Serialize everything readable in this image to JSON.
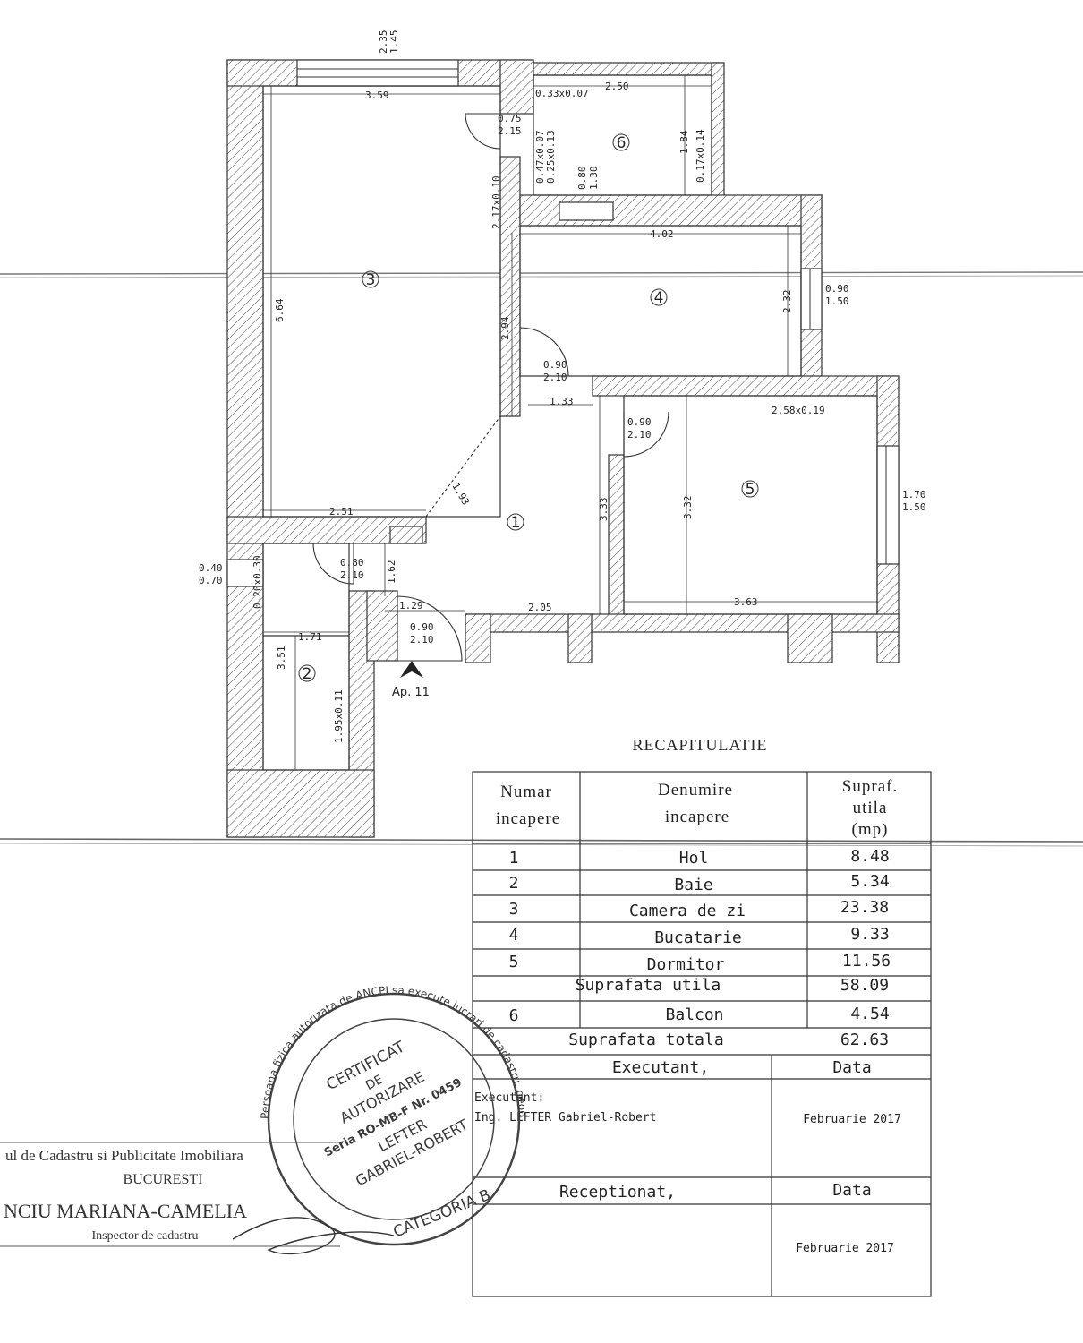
{
  "rooms": [
    {
      "number": "1"
    },
    {
      "number": "2"
    },
    {
      "number": "3"
    },
    {
      "number": "4"
    },
    {
      "number": "5"
    },
    {
      "number": "6"
    }
  ],
  "dimensions": {
    "d1": "2.35",
    "d2": "1.45",
    "d3": "3.59",
    "d4": "2.50",
    "d5": "0.33x0.07",
    "d6": "0.75",
    "d7": "2.15",
    "d8": "1.84",
    "d9": "0.17x0.14",
    "d10": "0.47x0.07",
    "d11": "0.25x0.13",
    "d12": "0.80",
    "d13": "1.30",
    "d14": "2.17x0.10",
    "d15": "4.02",
    "d16": "6.64",
    "d17": "2.32",
    "d18": "0.90",
    "d19": "1.50",
    "d20": "2.94",
    "d21": "0.90",
    "d22": "2.10",
    "d23": "1.33",
    "d24": "2.58x0.19",
    "d25": "0.90",
    "d26": "2.10",
    "d27": "1.93",
    "d28": "3.33",
    "d29": "3.32",
    "d30": "1.70",
    "d31": "1.50",
    "d32": "2.51",
    "d33": "0.40",
    "d34": "0.70",
    "d35": "0.20x0.30",
    "d36": "0.80",
    "d37": "2.10",
    "d38": "1.62",
    "d39": "1.29",
    "d40": "2.05",
    "d41": "0.90",
    "d42": "2.10",
    "d43": "3.63",
    "d44": "1.71",
    "d45": "3.51",
    "d46": "1.95x0.11"
  },
  "entrance_label": "Ap. 11",
  "recap": {
    "title": "RECAPITULATIE",
    "headers": {
      "num1": "Numar",
      "num2": "incapere",
      "den1": "Denumire",
      "den2": "incapere",
      "sup1": "Supraf.",
      "sup2": "utila",
      "sup3": "(mp)"
    },
    "rows": [
      {
        "nr": "1",
        "name": "Hol",
        "area": "8.48"
      },
      {
        "nr": "2",
        "name": "Baie",
        "area": "5.34"
      },
      {
        "nr": "3",
        "name": "Camera de zi",
        "area": "23.38"
      },
      {
        "nr": "4",
        "name": "Bucatarie",
        "area": "9.33"
      },
      {
        "nr": "5",
        "name": "Dormitor",
        "area": "11.56"
      }
    ],
    "useful_label": "Suprafata utila",
    "useful_value": "58.09",
    "balcony": {
      "nr": "6",
      "name": "Balcon",
      "area": "4.54"
    },
    "total_label": "Suprafata totala",
    "total_value": "62.63",
    "executant_label": "Executant,",
    "data_label": "Data",
    "executant_line1": "Executant:",
    "executant_line2": "Ing. LEFTER  Gabriel-Robert",
    "executant_date": "Februarie  2017",
    "receptionat_label": "Receptionat,",
    "receptionat_data_label": "Data",
    "receptionat_date": "Februarie  2017"
  },
  "stamp": {
    "ring_text": "Persoana fizica autorizata de ANCPI sa execute lucrari de cadastru, geodezie si cartografie",
    "line1": "CERTIFICAT",
    "line2": "DE",
    "line3": "AUTORIZARE",
    "line4": "Seria RO-MB-F Nr. 0459",
    "line5": "LEFTER",
    "line6": "GABRIEL-ROBERT",
    "category": "CATEGORIA B"
  },
  "office_stamp": {
    "line1": "ul de Cadastru si Publicitate Imobiliara",
    "line2": "BUCURESTI",
    "line3": "NCIU  MARIANA-CAMELIA",
    "line4": "Inspector de cadastru"
  }
}
